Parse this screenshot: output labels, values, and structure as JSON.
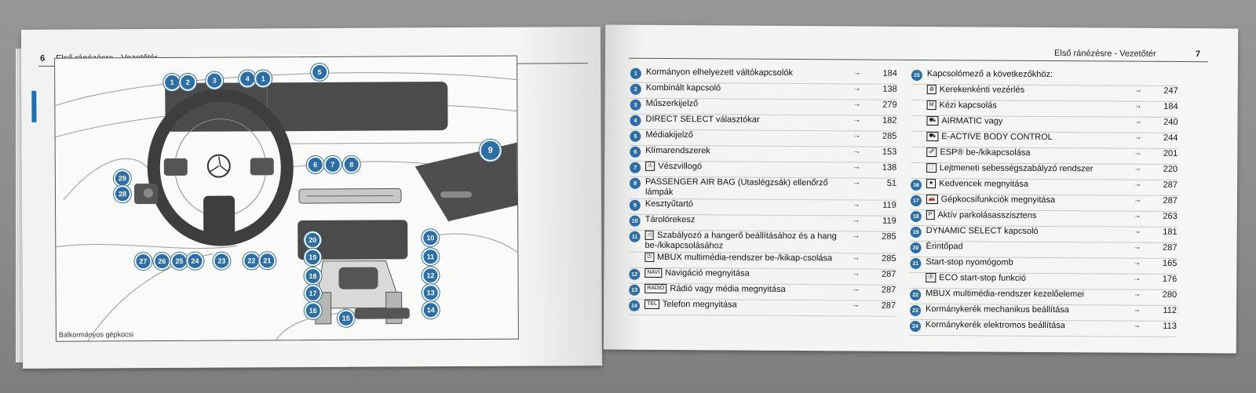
{
  "left_page": {
    "page_number": "6",
    "header_title": "Első ránézésre - Vezetőtér",
    "caption": "Balkormányos gépkocsi",
    "callouts": [
      "1",
      "2",
      "3",
      "4",
      "1",
      "5",
      "9",
      "29",
      "28",
      "6",
      "7",
      "8",
      "27",
      "26",
      "25",
      "24",
      "23",
      "22",
      "21",
      "20",
      "10",
      "19",
      "11",
      "18",
      "12",
      "17",
      "13",
      "16",
      "14",
      "15"
    ]
  },
  "right_page": {
    "page_number": "7",
    "header_title": "Első ránézésre - Vezetőtér",
    "left_column": [
      {
        "n": "1",
        "label": "Kormányon elhelyezett váltókapcsolók",
        "page": "184"
      },
      {
        "n": "2",
        "label": "Kombinált kapcsoló",
        "page": "138"
      },
      {
        "n": "3",
        "label": "Műszerkijelző",
        "page": "279"
      },
      {
        "n": "4",
        "label": "DIRECT SELECT választókar",
        "page": "182"
      },
      {
        "n": "5",
        "label": "Médiakijelző",
        "page": "285"
      },
      {
        "n": "6",
        "label": "Klímarendszerek",
        "page": "153"
      },
      {
        "n": "7",
        "icon": "⚠",
        "label": "Vészvillogó",
        "page": "138"
      },
      {
        "n": "8",
        "label": "PASSENGER AIR BAG (Utaslégzsák) ellenőrző lámpák",
        "page": "51"
      },
      {
        "n": "9",
        "label": "Kesztyűtartó",
        "page": "119"
      },
      {
        "n": "10",
        "label": "Tárolórekesz",
        "page": "119"
      },
      {
        "n": "11",
        "icon": "◁",
        "label": "Szabályozó a hangerő beállításához és a hang be-/kikapcsolásához",
        "page": "285"
      },
      {
        "n": "",
        "icon": "⏻",
        "label": "MBUX multimédia-rendszer be-/kikap-csolása",
        "page": "285"
      },
      {
        "n": "12",
        "icon": "NAVI",
        "label": "Navigáció megnyitása",
        "page": "287"
      },
      {
        "n": "13",
        "icon": "RADIO",
        "label": "Rádió vagy média megnyitása",
        "page": "287"
      },
      {
        "n": "14",
        "icon": "TEL",
        "label": "Telefon megnyitása",
        "page": "287"
      }
    ],
    "right_column": [
      {
        "n": "15",
        "label": "Kapcsolómező a következőkhöz:",
        "page": ""
      },
      {
        "n": "",
        "icon": "◍",
        "label": "Kerekenkénti vezérlés",
        "page": "247"
      },
      {
        "n": "",
        "icon": "M",
        "label": "Kézi kapcsolás",
        "page": "184"
      },
      {
        "n": "",
        "icon": "⛟",
        "label": "AIRMATIC vagy",
        "page": "240"
      },
      {
        "n": "",
        "icon": "⛟",
        "label": "E-ACTIVE BODY CONTROL",
        "page": "244"
      },
      {
        "n": "",
        "icon": "☍",
        "label": "ESP® be-/kikapcsolása",
        "page": "201"
      },
      {
        "n": "",
        "icon": "⬚",
        "label": "Lejtmeneti sebességszabályzó rendszer",
        "page": "220"
      },
      {
        "n": "16",
        "icon": "★",
        "label": "Kedvencek megnyitása",
        "page": "287"
      },
      {
        "n": "17",
        "icon": "🚗",
        "label": "Gépkocsifunkciók megnyitása",
        "page": "287"
      },
      {
        "n": "18",
        "icon": "P",
        "label": "Aktív parkolásasszisztens",
        "page": "263"
      },
      {
        "n": "19",
        "label": "DYNAMIC SELECT kapcsoló",
        "page": "181"
      },
      {
        "n": "20",
        "label": "Érintőpad",
        "page": "287"
      },
      {
        "n": "21",
        "label": "Start-stop nyomógomb",
        "page": "165"
      },
      {
        "n": "",
        "icon": "Ⓐ",
        "label": "ECO start-stop funkció",
        "page": "176"
      },
      {
        "n": "22",
        "label": "MBUX multimédia-rendszer kezelőelemei",
        "page": "280"
      },
      {
        "n": "23",
        "label": "Kormánykerék mechanikus beállítása",
        "page": "112"
      },
      {
        "n": "24",
        "label": "Kormánykerék elektromos beállítása",
        "page": "113"
      }
    ],
    "arrow": "→"
  }
}
